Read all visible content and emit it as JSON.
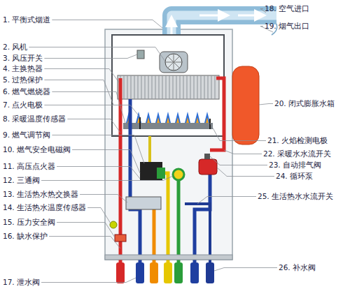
{
  "diagram": {
    "labels": [
      "1. 平衡式烟道",
      "2. 风机",
      "3. 风压开关",
      "4. 主换热器",
      "5. 过热保护",
      "6. 燃气燃烧器",
      "7. 点火电极",
      "8. 采暖温度传感器",
      "9. 燃气调节阀",
      "10. 燃气安全电磁阀",
      "11. 高压点火器",
      "12. 三通阀",
      "13. 生活热水热交换器",
      "14. 生活热水温度传感器",
      "15. 压力安全阀",
      "16. 缺水保护",
      "17. 泄水阀",
      "18. 空气进口",
      "19. 烟气出口",
      "20. 闭式膨胀水箱",
      "21. 火焰检测电极",
      "22. 采暖水水流开关",
      "23. 自动排气阀",
      "24. 循环泵",
      "25. 生活热水水流开关",
      "26. 补水阀"
    ]
  }
}
